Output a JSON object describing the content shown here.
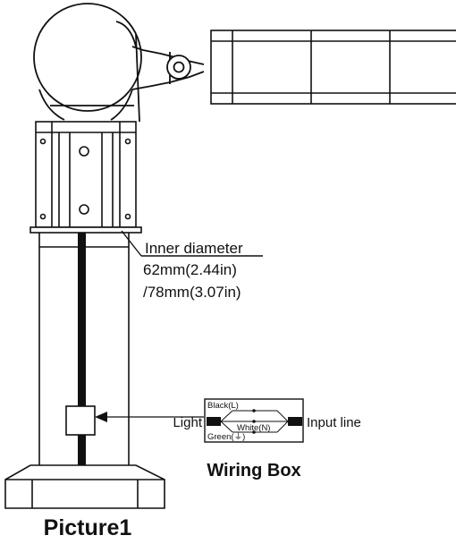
{
  "annotation": {
    "title": "Inner diameter",
    "line1": "62mm(2.44in)",
    "line2": "/78mm(3.07in)"
  },
  "wiring": {
    "left_label": "Light",
    "right_label": "Input line",
    "caption": "Wiring Box",
    "black": "Black(L)",
    "white": "White(N)",
    "green": "Green(⏚)"
  },
  "caption": "Picture1"
}
